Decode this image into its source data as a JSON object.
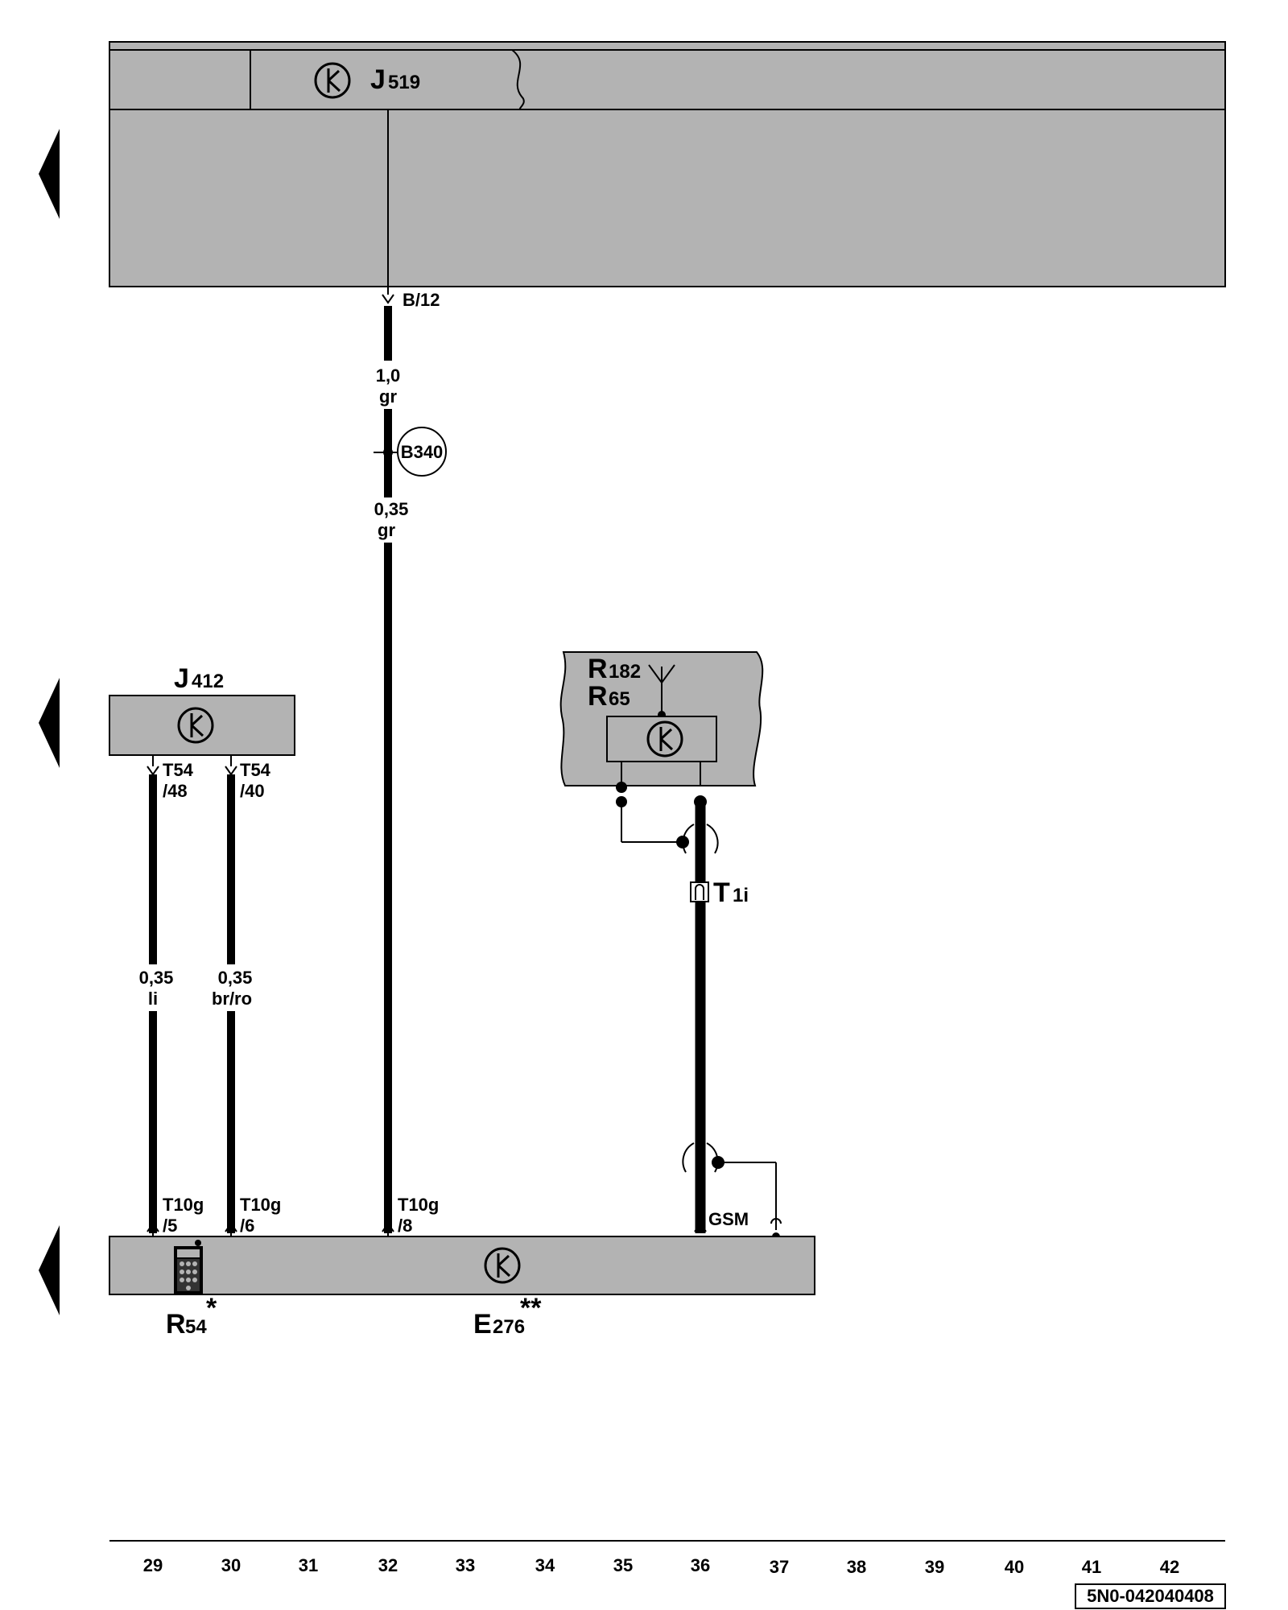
{
  "components": {
    "j519": {
      "letter": "J",
      "sub": "519"
    },
    "j412": {
      "letter": "J",
      "sub": "412"
    },
    "r182": {
      "letter": "R",
      "sub": "182"
    },
    "r65": {
      "letter": "R",
      "sub": "65"
    },
    "r54": {
      "letter": "R",
      "sub": "54",
      "mark": "*"
    },
    "e276": {
      "letter": "E",
      "sub": "276",
      "mark": "**"
    },
    "t1i": {
      "letter": "T",
      "sub": "1i"
    }
  },
  "pins": {
    "b12": "B/12",
    "t54_48": [
      "T54",
      "/48"
    ],
    "t54_40": [
      "T54",
      "/40"
    ],
    "t10g_5": [
      "T10g",
      "/5"
    ],
    "t10g_6": [
      "T10g",
      "/6"
    ],
    "t10g_8": [
      "T10g",
      "/8"
    ],
    "gsm": "GSM"
  },
  "wires": {
    "w32_top": [
      "1,0",
      "gr"
    ],
    "w32_bottom": [
      "0,35",
      "gr"
    ],
    "w29": [
      "0,35",
      "li"
    ],
    "w30": [
      "0,35",
      "br/ro"
    ]
  },
  "connector": {
    "b340": "B340"
  },
  "columns": [
    "29",
    "30",
    "31",
    "32",
    "33",
    "34",
    "35",
    "36",
    "37",
    "38",
    "39",
    "40",
    "41",
    "42"
  ],
  "doc_id": "5N0-042040408",
  "colors": {
    "module_fill": "#b3b3b3",
    "line": "#000000"
  }
}
